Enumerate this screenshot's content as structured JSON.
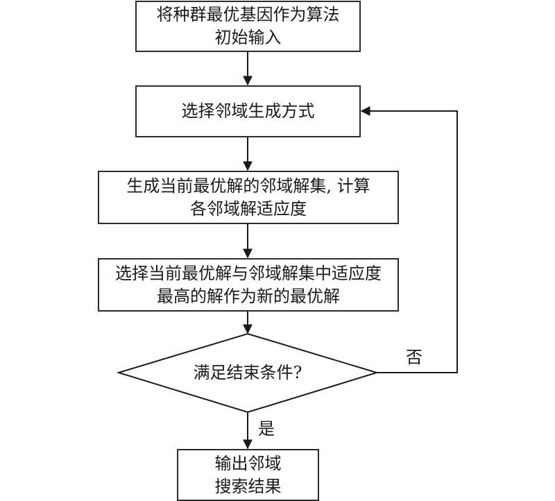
{
  "flowchart": {
    "steps": [
      {
        "id": "init",
        "lines": [
          "将种群最优基因作为算法",
          "初始输入"
        ]
      },
      {
        "id": "select-neighborhood",
        "lines": [
          "选择邻域生成方式"
        ]
      },
      {
        "id": "generate-neighbors",
        "lines": [
          "生成当前最优解的邻域解集, 计算",
          "各邻域解适应度"
        ]
      },
      {
        "id": "update-best",
        "lines": [
          "选择当前最优解与邻域解集中适应度",
          "最高的解作为新的最优解"
        ]
      },
      {
        "id": "output",
        "lines": [
          "输出邻域",
          "搜索结果"
        ]
      }
    ],
    "decision": {
      "text": "满足结束条件?"
    },
    "branches": {
      "yes": "是",
      "no": "否"
    }
  }
}
